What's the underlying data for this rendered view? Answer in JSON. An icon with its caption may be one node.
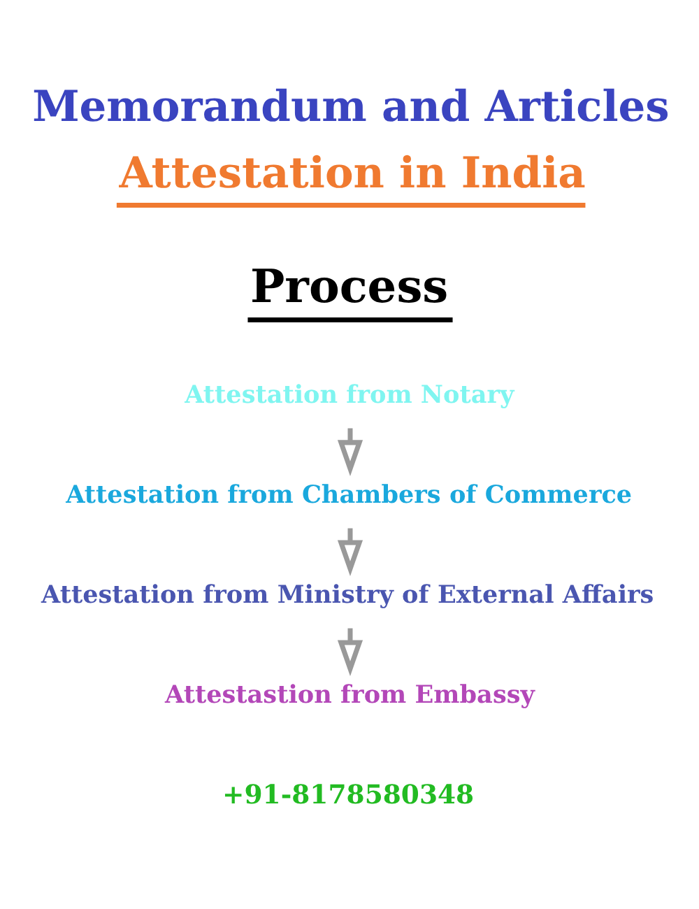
{
  "diagram": {
    "title": "Memorandum and Articles",
    "nodes": [
      {
        "text": [
          "Attestation from Notary"
        ]
      },
      {
        "text": [
          "Attestation from Chambers of Commerce"
        ]
      },
      {
        "text": [
          "Attestation from Ministry of External Affairs"
        ]
      },
      {
        "text": [
          "Attestastion from Embassy"
        ]
      }
    ],
    "edges": [
      {
        "from": 0,
        "to": 1,
        "arrow": "to"
      },
      {
        "from": 1,
        "to": 2,
        "arrow": "to"
      },
      {
        "from": 2,
        "to": 3,
        "arrow": "to"
      }
    ],
    "labels": [
      "Attestation in India",
      "Process",
      "+91-8178580348"
    ]
  }
}
